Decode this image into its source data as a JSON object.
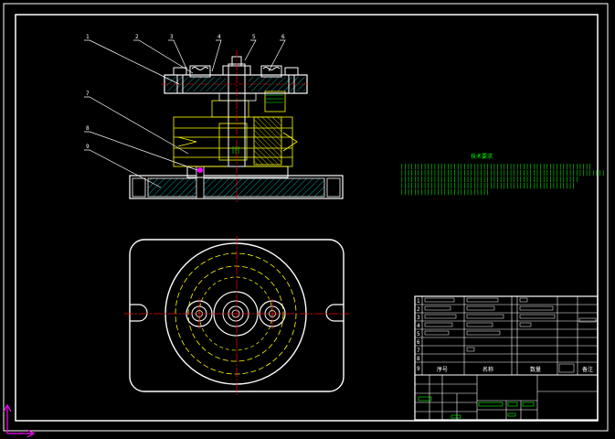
{
  "drawing": {
    "part_labels": [
      "1",
      "2",
      "3",
      "4",
      "5",
      "6",
      "7",
      "8",
      "9"
    ],
    "tech_note": {
      "title": "技术要求",
      "lines": [
        "||||||||||||||||||||||||||||||||||||||||||||||||||||||||||",
        "||||||||||||||||||||||||||||||||||||||||||||||||||||||||||||||",
        "||||||||||||||||||||||||||||||||||||||||||||||||||||||",
        "|||||||||||||||||||||||||||||||||||||||||||||||||||||",
        "|||||||||||||||||||||||||||"
      ]
    },
    "title_block": {
      "row_numbers": [
        "1",
        "2",
        "3",
        "4",
        "5",
        "6",
        "7",
        "8",
        "9"
      ],
      "header_cells": [
        "序号",
        "名称",
        "数量",
        "备注"
      ]
    },
    "colors": {
      "background": "#000000",
      "outline": "#ffffff",
      "hatch": "#00c8c8",
      "hidden": "#ffff00",
      "center": "#ff0000",
      "note": "#00ff00",
      "axis": "#ff00ff"
    }
  }
}
